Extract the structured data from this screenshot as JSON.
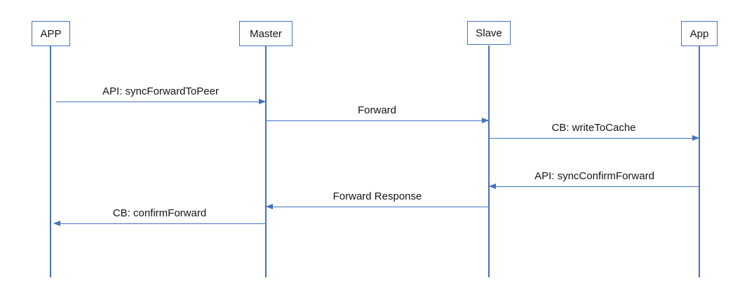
{
  "diagram": {
    "type": "sequence-diagram",
    "background_color": "#FFFFFF",
    "accent_color": "#4472C4",
    "text_color": "#151515",
    "actors": [
      {
        "label": "APP"
      },
      {
        "label": "Master"
      },
      {
        "label": "Slave"
      },
      {
        "label": "App"
      }
    ],
    "messages": [
      {
        "label": "API: syncForwardToPeer",
        "from": "APP",
        "to": "Master",
        "direction": "right"
      },
      {
        "label": "Forward",
        "from": "Master",
        "to": "Slave",
        "direction": "right"
      },
      {
        "label": "CB: writeToCache",
        "from": "Slave",
        "to": "App",
        "direction": "right"
      },
      {
        "label": "API: syncConfirmForward",
        "from": "App",
        "to": "Slave",
        "direction": "left"
      },
      {
        "label": "Forward Response",
        "from": "Slave",
        "to": "Master",
        "direction": "left"
      },
      {
        "label": "CB: confirmForward",
        "from": "Master",
        "to": "APP",
        "direction": "left"
      }
    ]
  }
}
